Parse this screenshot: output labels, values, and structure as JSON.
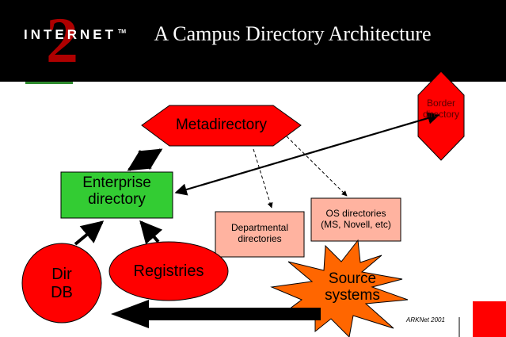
{
  "slide": {
    "title": "A Campus Directory Architecture",
    "logo_text": "INTERNET",
    "logo_tm": "TM",
    "logo_numeral": "2",
    "credit": "ARKNet 2001"
  },
  "nodes": {
    "metadirectory": "Metadirectory",
    "border_directory_line1": "Border",
    "border_directory_line2": "directory",
    "enterprise_line1": "Enterprise",
    "enterprise_line2": "directory",
    "departmental_line1": "Departmental",
    "departmental_line2": "directories",
    "os_line1": "OS directories",
    "os_line2": "(MS, Novell, etc)",
    "dir_db_line1": "Dir",
    "dir_db_line2": "DB",
    "registries": "Registries",
    "source_line1": "Source",
    "source_line2": "systems"
  },
  "colors": {
    "header": "#000000",
    "red_shape": "#ff0000",
    "enterprise_fill": "#33cc33",
    "departmental_fill": "#ffb3a0",
    "source_fill": "#ff6600",
    "logo_numeral": "#cc0000"
  }
}
